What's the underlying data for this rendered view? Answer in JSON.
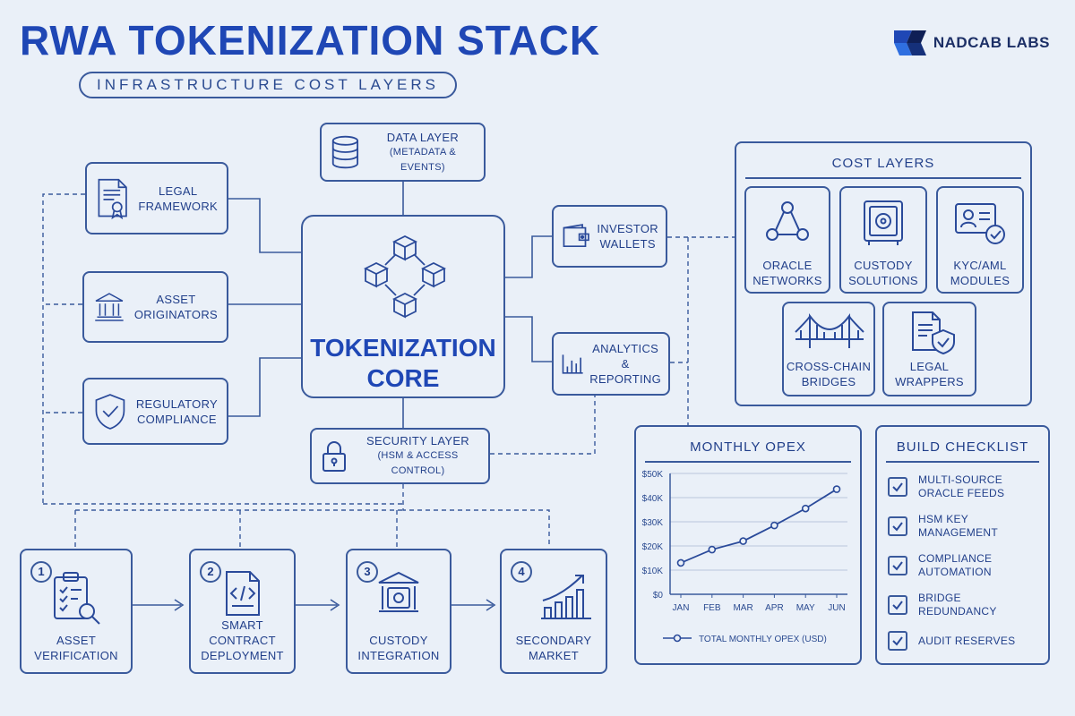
{
  "header": {
    "title": "RWA TOKENIZATION STACK",
    "subtitle": "INFRASTRUCTURE COST LAYERS",
    "brand": "NADCAB LABS"
  },
  "nodes": {
    "data_layer": {
      "line1": "DATA LAYER",
      "line2": "(METADATA & EVENTS)"
    },
    "legal_framework": {
      "line1": "LEGAL",
      "line2": "FRAMEWORK"
    },
    "asset_originators": {
      "line1": "ASSET",
      "line2": "ORIGINATORS"
    },
    "regulatory_compliance": {
      "line1": "REGULATORY",
      "line2": "COMPLIANCE"
    },
    "core": {
      "line1": "TOKENIZATION",
      "line2": "CORE"
    },
    "investor_wallets": {
      "line1": "INVESTOR",
      "line2": "WALLETS"
    },
    "analytics": {
      "line1": "ANALYTICS &",
      "line2": "REPORTING"
    },
    "security_layer": {
      "line1": "SECURITY LAYER",
      "line2": "(HSM & ACCESS CONTROL)"
    }
  },
  "cost_layers": {
    "title": "COST LAYERS",
    "items": [
      {
        "line1": "ORACLE",
        "line2": "NETWORKS",
        "icon": "network-icon"
      },
      {
        "line1": "CUSTODY",
        "line2": "SOLUTIONS",
        "icon": "safe-icon"
      },
      {
        "line1": "KYC/AML",
        "line2": "MODULES",
        "icon": "id-card-icon"
      },
      {
        "line1": "CROSS-CHAIN",
        "line2": "BRIDGES",
        "icon": "bridge-icon"
      },
      {
        "line1": "LEGAL",
        "line2": "WRAPPERS",
        "icon": "shield-document-icon"
      }
    ]
  },
  "steps": [
    {
      "num": "1",
      "line1": "ASSET",
      "line2": "VERIFICATION",
      "line3": ""
    },
    {
      "num": "2",
      "line1": "SMART",
      "line2": "CONTRACT",
      "line3": "DEPLOYMENT"
    },
    {
      "num": "3",
      "line1": "CUSTODY",
      "line2": "INTEGRATION",
      "line3": ""
    },
    {
      "num": "4",
      "line1": "SECONDARY",
      "line2": "MARKET",
      "line3": ""
    }
  ],
  "chart_panel": {
    "title": "MONTHLY OPEX"
  },
  "chart_data": {
    "type": "line",
    "title": "MONTHLY OPEX",
    "categories": [
      "JAN",
      "FEB",
      "MAR",
      "APR",
      "MAY",
      "JUN"
    ],
    "y_ticks": [
      "$0",
      "$10K",
      "$20K",
      "$30K",
      "$40K",
      "$50K"
    ],
    "ylim": [
      0,
      50000
    ],
    "grid": true,
    "legend_position": "bottom",
    "series": [
      {
        "name": "TOTAL MONTHLY OPEX (USD)",
        "values": [
          13000,
          18500,
          22000,
          28500,
          35500,
          43500
        ]
      }
    ],
    "color": "#2a4a9a"
  },
  "checklist": {
    "title": "BUILD CHECKLIST",
    "items": [
      {
        "line1": "MULTI-SOURCE",
        "line2": "ORACLE FEEDS"
      },
      {
        "line1": "HSM KEY",
        "line2": "MANAGEMENT"
      },
      {
        "line1": "COMPLIANCE",
        "line2": "AUTOMATION"
      },
      {
        "line1": "BRIDGE",
        "line2": "REDUNDANCY"
      },
      {
        "line1": "AUDIT RESERVES",
        "line2": ""
      }
    ]
  },
  "colors": {
    "accent": "#1f47b5",
    "stroke": "#3a5a9c",
    "background": "#eaf0f8"
  }
}
